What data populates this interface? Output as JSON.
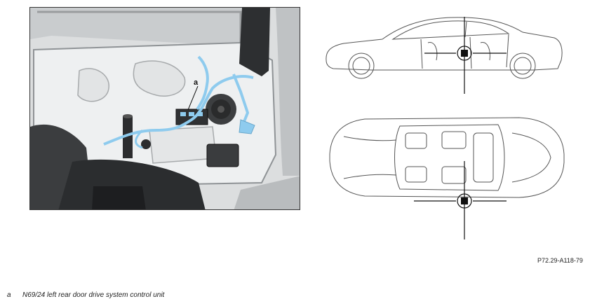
{
  "figure": {
    "callout_label": "a",
    "reference_code": "P72.29-A118-79"
  },
  "legend": {
    "items": [
      {
        "key": "a",
        "text": "N69/24 left rear door drive system control unit"
      }
    ]
  },
  "colors": {
    "harness_highlight": "#8ecbee",
    "line_art": "#555555",
    "locator_mark": "#111111"
  }
}
